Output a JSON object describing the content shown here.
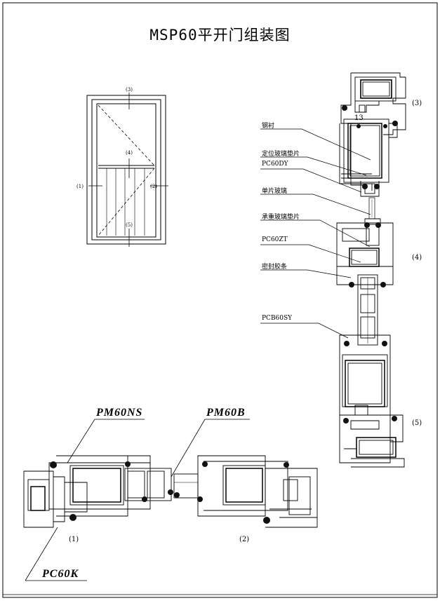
{
  "title": "MSP60平开门组装图",
  "elevation": {
    "labels": [
      "(1)",
      "(2)",
      "(3)",
      "(4)",
      "(5)"
    ]
  },
  "section": {
    "numbers": [
      "(3)",
      "(4)",
      "(5)"
    ],
    "dimension": "13",
    "callouts": [
      "钢衬",
      "定位玻璃垫片",
      "PC60DY",
      "单片玻璃",
      "承重玻璃垫片",
      "PC60ZT",
      "密封胶条",
      "PCB60SY"
    ]
  },
  "plan": {
    "profiles": [
      "PM60NS",
      "PM60B",
      "PC60K"
    ],
    "numbers": [
      "(1)",
      "(2)"
    ]
  },
  "colors": {
    "line": "#000000",
    "background": "#ffffff",
    "rubber": "#111111"
  }
}
